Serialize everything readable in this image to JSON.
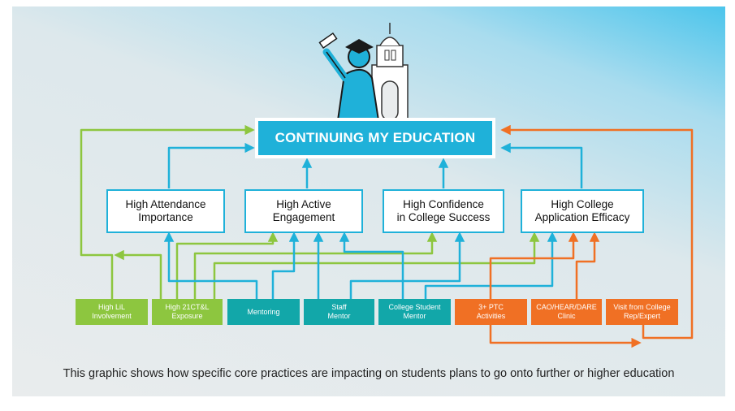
{
  "goal": {
    "label": "CONTINUING MY EDUCATION"
  },
  "outcomes": [
    {
      "label": "High Attendance\nImportance"
    },
    {
      "label": "High Active\nEngagement"
    },
    {
      "label": "High Confidence\nin College Success"
    },
    {
      "label": "High College\nApplication Efficacy"
    }
  ],
  "practices": [
    {
      "label": "High LiL\nInvolvement",
      "color": "#8dc63f"
    },
    {
      "label": "High 21CT&L\nExposure",
      "color": "#8dc63f"
    },
    {
      "label": "Mentoring",
      "color": "#12a7a9"
    },
    {
      "label": "Staff\nMentor",
      "color": "#12a7a9"
    },
    {
      "label": "College Student\nMentor",
      "color": "#12a7a9"
    },
    {
      "label": "3+ PTC\nActivities",
      "color": "#f07024"
    },
    {
      "label": "CAO/HEAR/DARE\nClinic",
      "color": "#f07024"
    },
    {
      "label": "Visit from College\nRep/Expert",
      "color": "#f07024"
    }
  ],
  "colors": {
    "green": "#8dc63f",
    "blue": "#1fb1d9",
    "orange": "#f07024",
    "teal": "#12a7a9"
  },
  "icons": [
    "graduate-icon",
    "college-building-icon"
  ],
  "caption": "This graphic shows how specific core practices are impacting on students plans to go onto further or higher education"
}
